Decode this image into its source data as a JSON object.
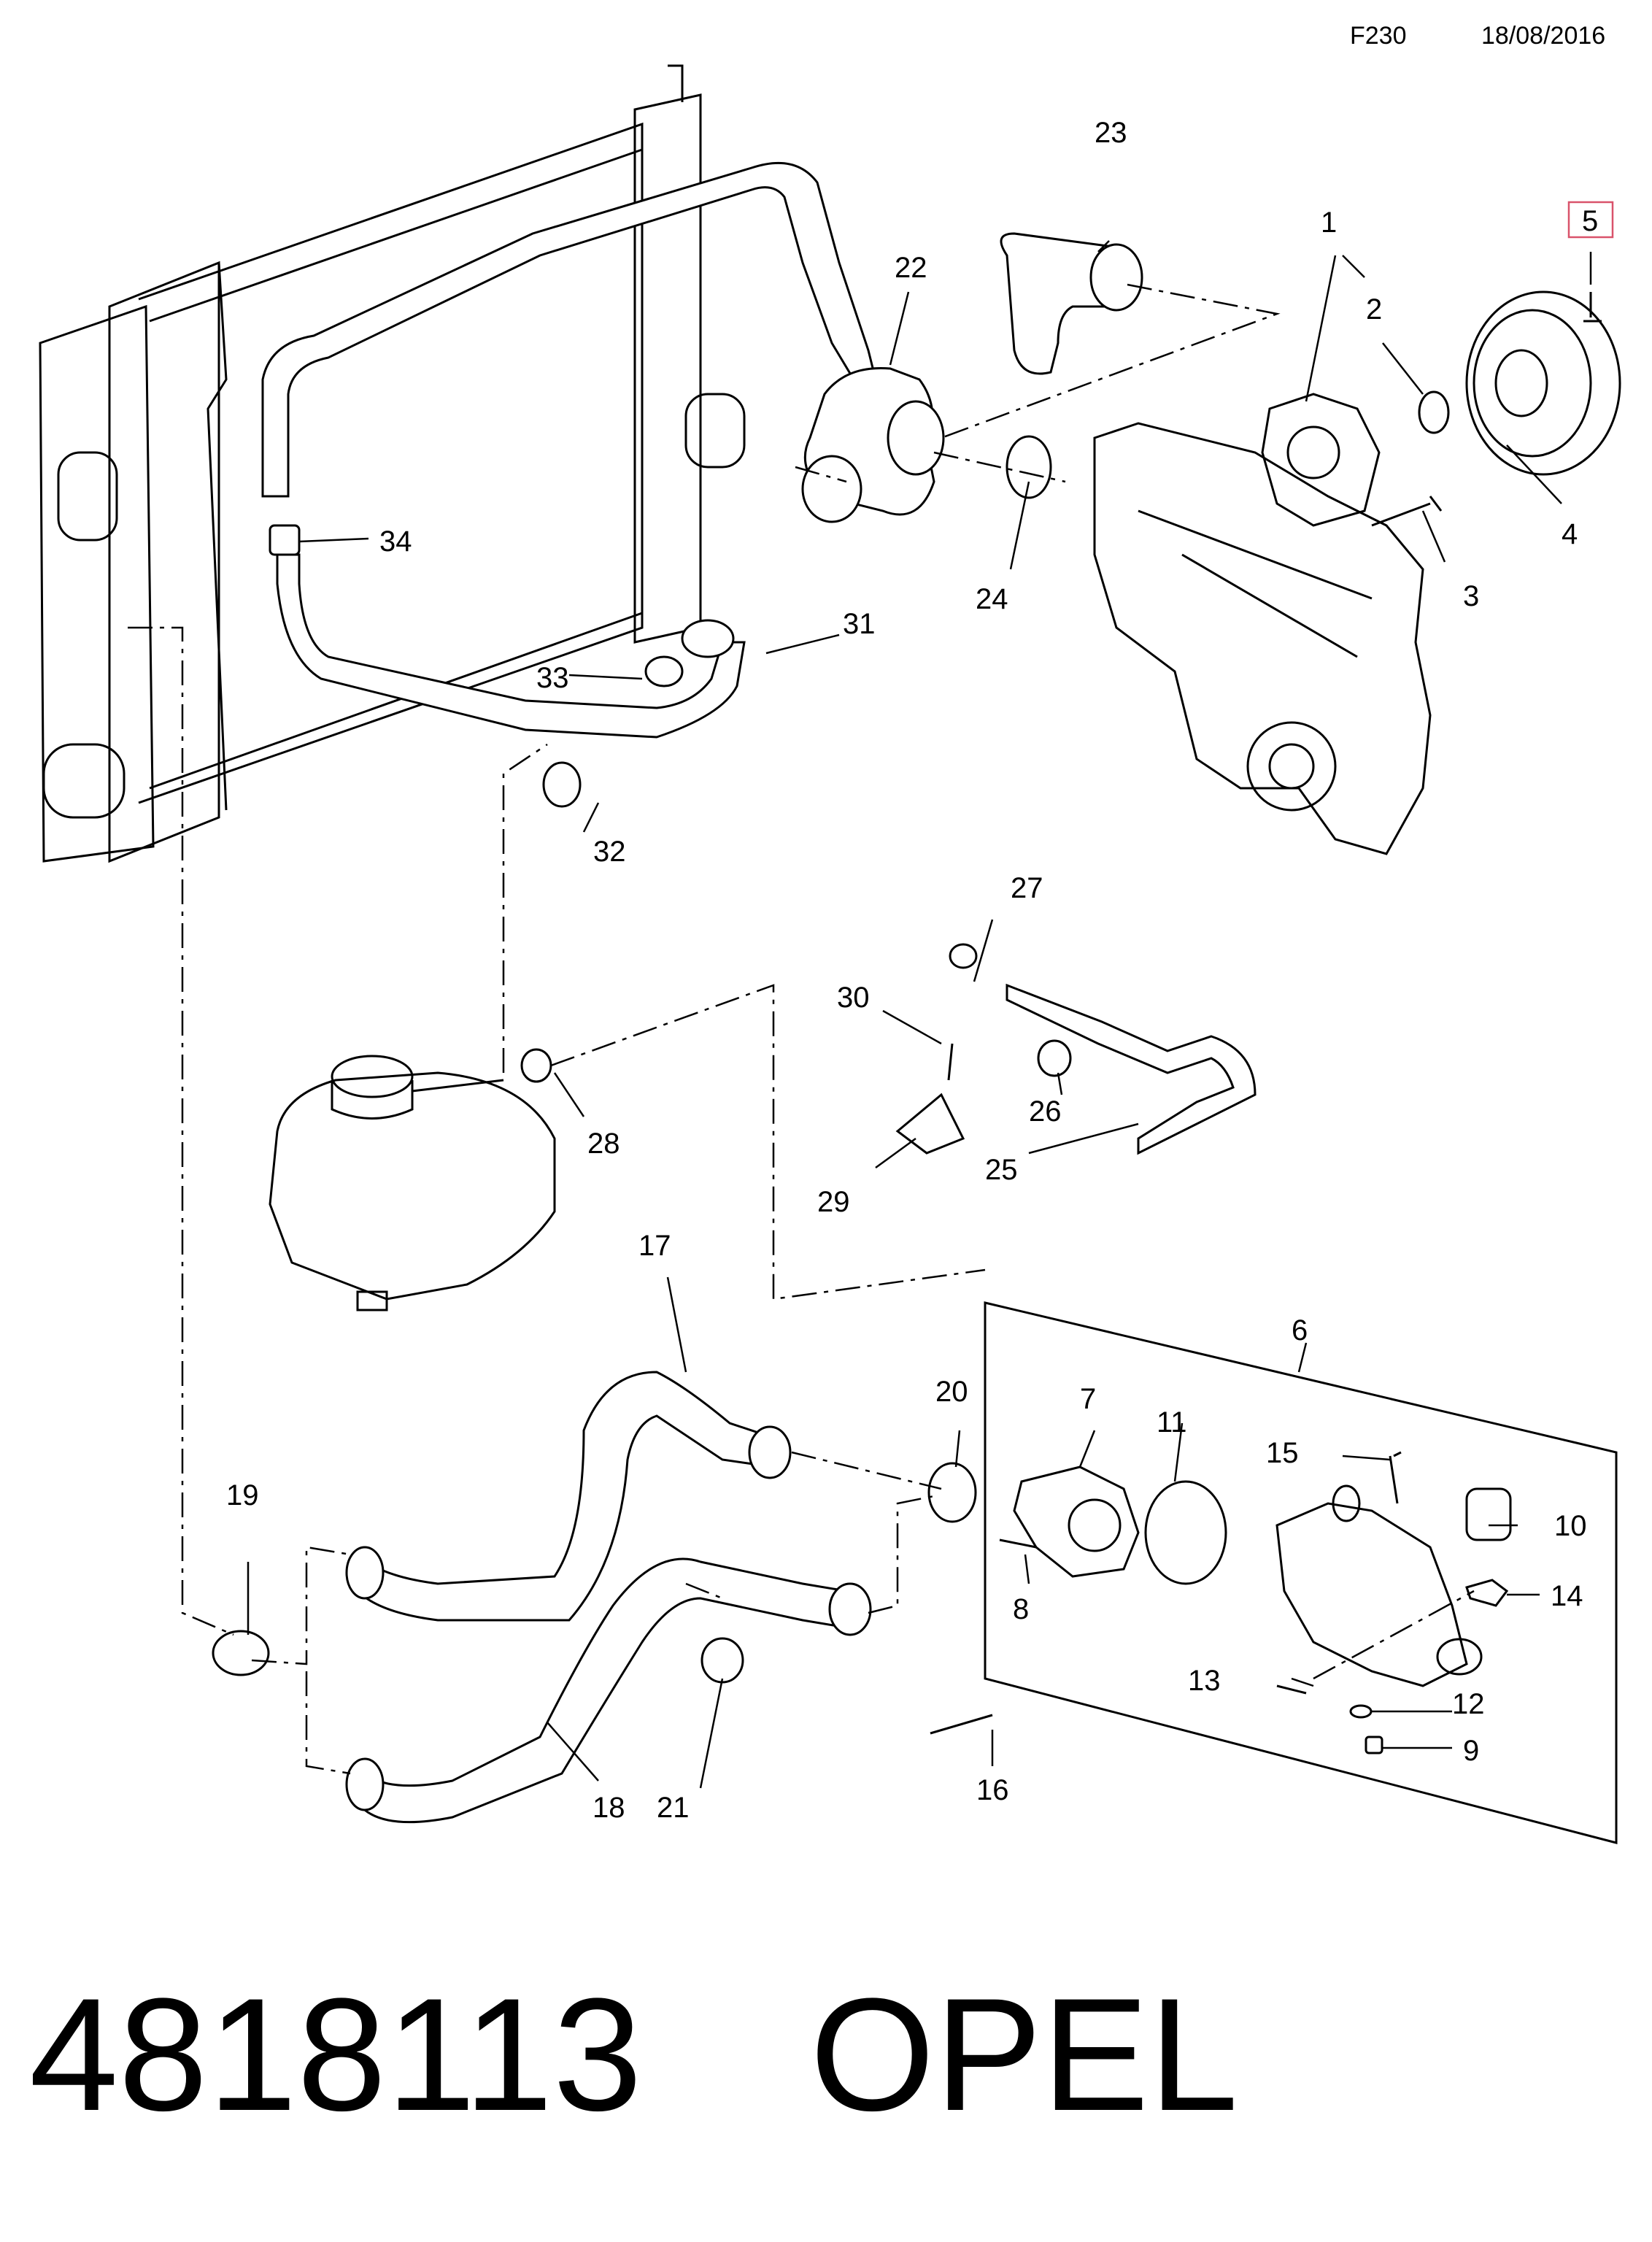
{
  "header": {
    "code": "F230",
    "date": "18/08/2016"
  },
  "highlight_color": "#d9536b",
  "callouts": [
    {
      "id": "c1",
      "text": "1"
    },
    {
      "id": "c2",
      "text": "2"
    },
    {
      "id": "c3",
      "text": "3"
    },
    {
      "id": "c4",
      "text": "4"
    },
    {
      "id": "c5",
      "text": "5"
    },
    {
      "id": "c6",
      "text": "6"
    },
    {
      "id": "c7",
      "text": "7"
    },
    {
      "id": "c8",
      "text": "8"
    },
    {
      "id": "c9",
      "text": "9"
    },
    {
      "id": "c10",
      "text": "10"
    },
    {
      "id": "c11",
      "text": "11"
    },
    {
      "id": "c12",
      "text": "12"
    },
    {
      "id": "c13",
      "text": "13"
    },
    {
      "id": "c14",
      "text": "14"
    },
    {
      "id": "c15",
      "text": "15"
    },
    {
      "id": "c16",
      "text": "16"
    },
    {
      "id": "c17",
      "text": "17"
    },
    {
      "id": "c18",
      "text": "18"
    },
    {
      "id": "c19",
      "text": "19"
    },
    {
      "id": "c20",
      "text": "20"
    },
    {
      "id": "c21",
      "text": "21"
    },
    {
      "id": "c22",
      "text": "22"
    },
    {
      "id": "c23",
      "text": "23"
    },
    {
      "id": "c24",
      "text": "24"
    },
    {
      "id": "c25",
      "text": "25"
    },
    {
      "id": "c26",
      "text": "26"
    },
    {
      "id": "c27",
      "text": "27"
    },
    {
      "id": "c28",
      "text": "28"
    },
    {
      "id": "c29",
      "text": "29"
    },
    {
      "id": "c30",
      "text": "30"
    },
    {
      "id": "c31",
      "text": "31"
    },
    {
      "id": "c32",
      "text": "32"
    },
    {
      "id": "c33",
      "text": "33"
    },
    {
      "id": "c34",
      "text": "34"
    }
  ],
  "highlighted_callout": "5",
  "footer": {
    "part_number": "4818113",
    "brand": "OPEL"
  }
}
